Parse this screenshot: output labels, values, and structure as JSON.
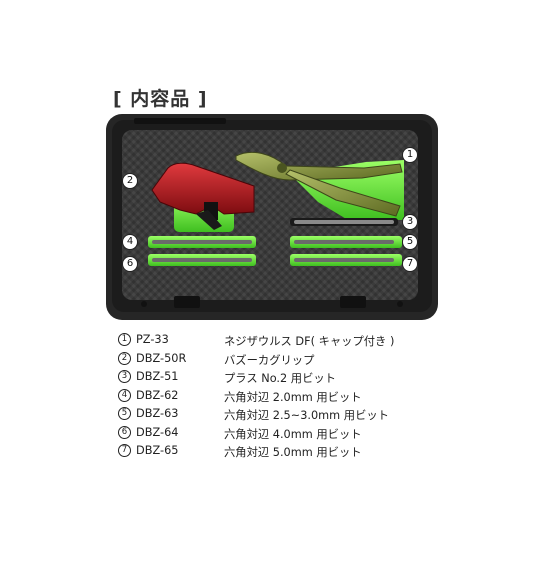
{
  "title": "[ 内容品 ]",
  "callouts": [
    "1",
    "2",
    "3",
    "4",
    "5",
    "6",
    "7"
  ],
  "items": [
    {
      "num": "1",
      "code": "PZ-33",
      "desc": "ネジザウルス DF( キャップ付き )"
    },
    {
      "num": "2",
      "code": "DBZ-50R",
      "desc": "バズーカグリップ"
    },
    {
      "num": "3",
      "code": "DBZ-51",
      "desc": "プラス No.2 用ビット"
    },
    {
      "num": "4",
      "code": "DBZ-62",
      "desc": "六角対辺 2.0mm 用ビット"
    },
    {
      "num": "5",
      "code": "DBZ-63",
      "desc": "六角対辺 2.5~3.0mm 用ビット"
    },
    {
      "num": "6",
      "code": "DBZ-64",
      "desc": "六角対辺 4.0mm 用ビット"
    },
    {
      "num": "7",
      "code": "DBZ-65",
      "desc": "六角対辺 5.0mm 用ビット"
    }
  ],
  "colors": {
    "case": "#2b2b2b",
    "carbon": "#3a3a3a",
    "insert_green": "#7ef04a",
    "grip_red": "#b4161b",
    "pliers_olive": "#8c9a3a",
    "pliers_green": "#6fd43a"
  },
  "icons": [
    "toolcase-image",
    "pliers-image",
    "grip-image",
    "bit-image"
  ]
}
